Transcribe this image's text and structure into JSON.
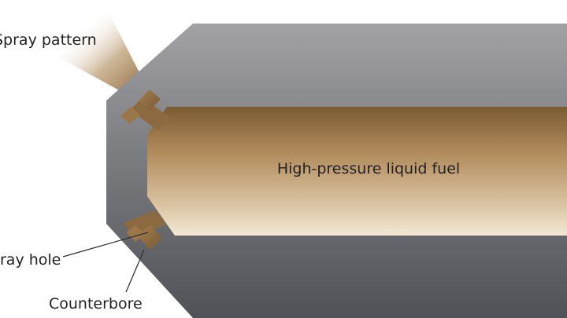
{
  "diagram": {
    "labels": {
      "spray_pattern": "Spray pattern",
      "fuel": "High-pressure liquid fuel",
      "spray_hole": "ray hole",
      "counterbore": "Counterbore"
    },
    "colors": {
      "body_light": "#9a9a9d",
      "body_dark": "#505257",
      "fuel_dark": "#7a5b32",
      "fuel_mid": "#b08a5b",
      "fuel_light": "#f0e3cf",
      "bore": "#8c6a3f",
      "leader": "#333333"
    }
  }
}
